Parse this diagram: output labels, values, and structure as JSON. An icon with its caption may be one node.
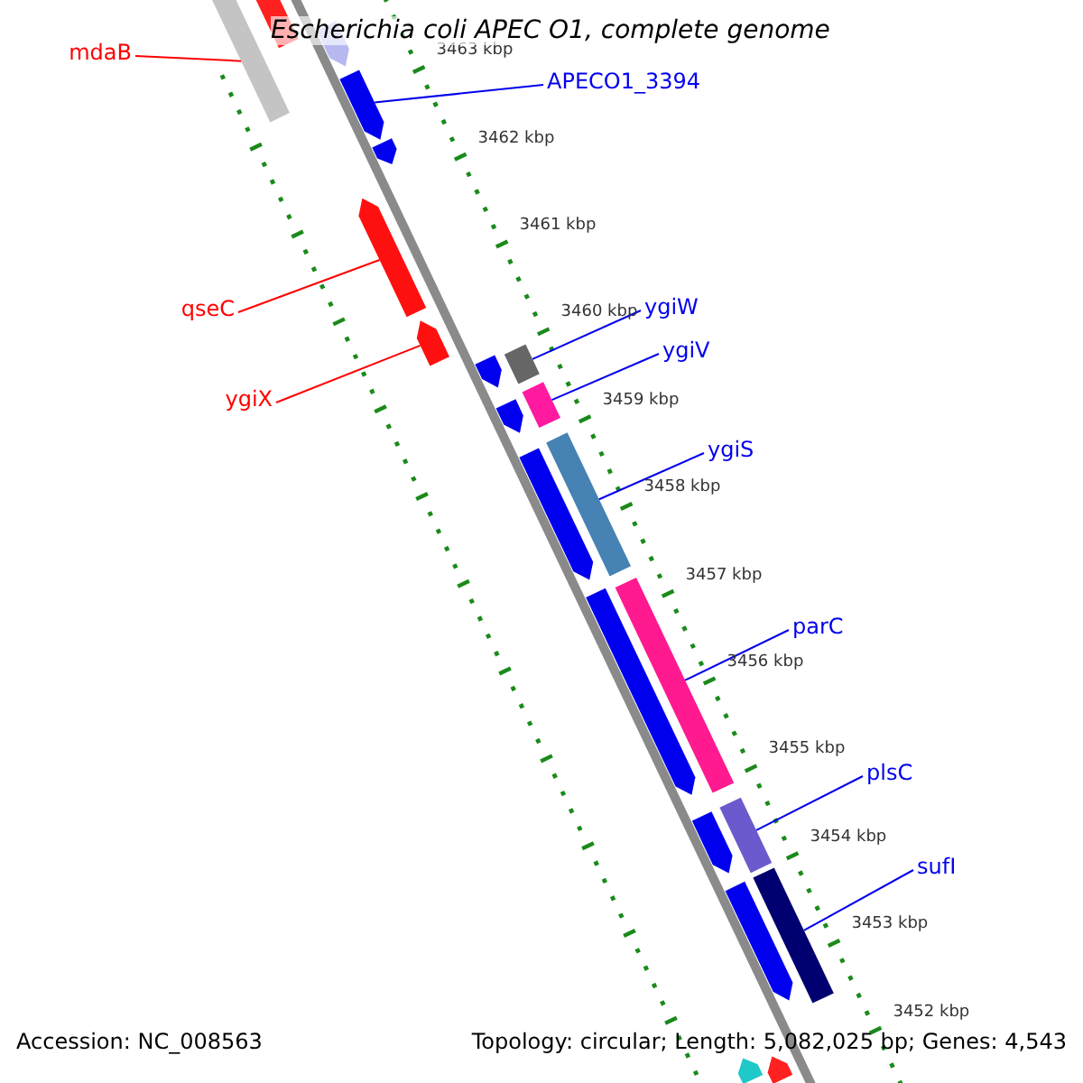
{
  "diagram": {
    "title": "Escherichia coli APEC O1, complete genome",
    "nodes": [
      {
        "text": [
          "mdaB"
        ]
      },
      {
        "text": [
          "APECO1_3394"
        ]
      },
      {
        "text": [
          "qseC"
        ]
      },
      {
        "text": [
          "ygiW"
        ]
      },
      {
        "text": [
          "ygiV"
        ]
      },
      {
        "text": [
          "ygiX"
        ]
      },
      {
        "text": [
          "ygiS"
        ]
      },
      {
        "text": [
          "parC"
        ]
      },
      {
        "text": [
          "plsC"
        ]
      },
      {
        "text": [
          "sufI"
        ]
      },
      {
        "text": [],
        "shape": "bar"
      },
      {
        "text": [],
        "shape": "arrow"
      },
      {
        "text": [],
        "shape": "arrow"
      },
      {
        "text": [],
        "shape": "arrow"
      },
      {
        "text": [],
        "shape": "arrow"
      },
      {
        "text": [],
        "shape": "arrow"
      },
      {
        "text": [],
        "shape": "arrow"
      },
      {
        "text": [],
        "shape": "arrow"
      },
      {
        "text": [],
        "shape": "bar"
      },
      {
        "text": [],
        "shape": "arrow"
      },
      {
        "text": [],
        "shape": "bar"
      },
      {
        "text": [],
        "shape": "arrow"
      },
      {
        "text": [],
        "shape": "bar"
      },
      {
        "text": [],
        "shape": "arrow"
      },
      {
        "text": [],
        "shape": "bar"
      },
      {
        "text": [],
        "shape": "arrow"
      },
      {
        "text": [],
        "shape": "bar"
      },
      {
        "text": [],
        "shape": "arrow"
      },
      {
        "text": [],
        "shape": "bar"
      },
      {
        "text": [],
        "shape": "arrow"
      },
      {
        "text": [],
        "shape": "arrow"
      }
    ],
    "edges": [
      {
        "from": 0,
        "to": 10,
        "arrow": "none",
        "color": "#ff0000"
      },
      {
        "from": 1,
        "to": 13,
        "arrow": "none"
      },
      {
        "from": 2,
        "to": 15,
        "arrow": "none",
        "color": "#ff0000"
      },
      {
        "from": 3,
        "to": 18,
        "arrow": "none"
      },
      {
        "from": 4,
        "to": 20,
        "arrow": "none"
      },
      {
        "from": 5,
        "to": 16,
        "arrow": "none",
        "color": "#ff0000"
      },
      {
        "from": 6,
        "to": 22,
        "arrow": "none"
      },
      {
        "from": 7,
        "to": 24,
        "arrow": "none"
      },
      {
        "from": 8,
        "to": 26,
        "arrow": "none"
      },
      {
        "from": 9,
        "to": 28,
        "arrow": "none"
      }
    ],
    "labels": [
      "3463 kbp",
      "3462 kbp",
      "3461 kbp",
      "3460 kbp",
      "3459 kbp",
      "3458 kbp",
      "3457 kbp",
      "3456 kbp",
      "3455 kbp",
      "3454 kbp",
      "3453 kbp",
      "3452 kbp",
      "Accession: NC_008563",
      "Topology: circular; Length: 5,082,025 bp; Genes: 4,543"
    ]
  }
}
